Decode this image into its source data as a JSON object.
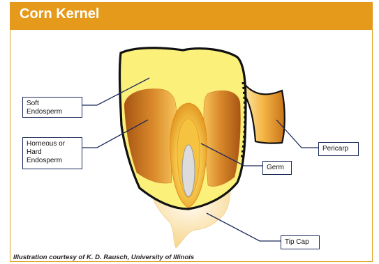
{
  "header": {
    "title": "Corn Kernel"
  },
  "labels": {
    "soft_endosperm": "Soft\nEndosperm",
    "hard_endosperm": "Horneous or\nHard\nEndosperm",
    "germ": "Germ",
    "pericarp": "Pericarp",
    "tip_cap": "Tip Cap"
  },
  "caption": "Illustration courtesy of K. D. Rausch, University of Illinois",
  "colors": {
    "header": "#e69a1c",
    "soft_endosperm": "#fbf07a",
    "hard_endosperm": "#c8701e",
    "germ": "#f4b030",
    "tip_cap": "#fbe6b0",
    "label_border": "#1c2a5a"
  }
}
